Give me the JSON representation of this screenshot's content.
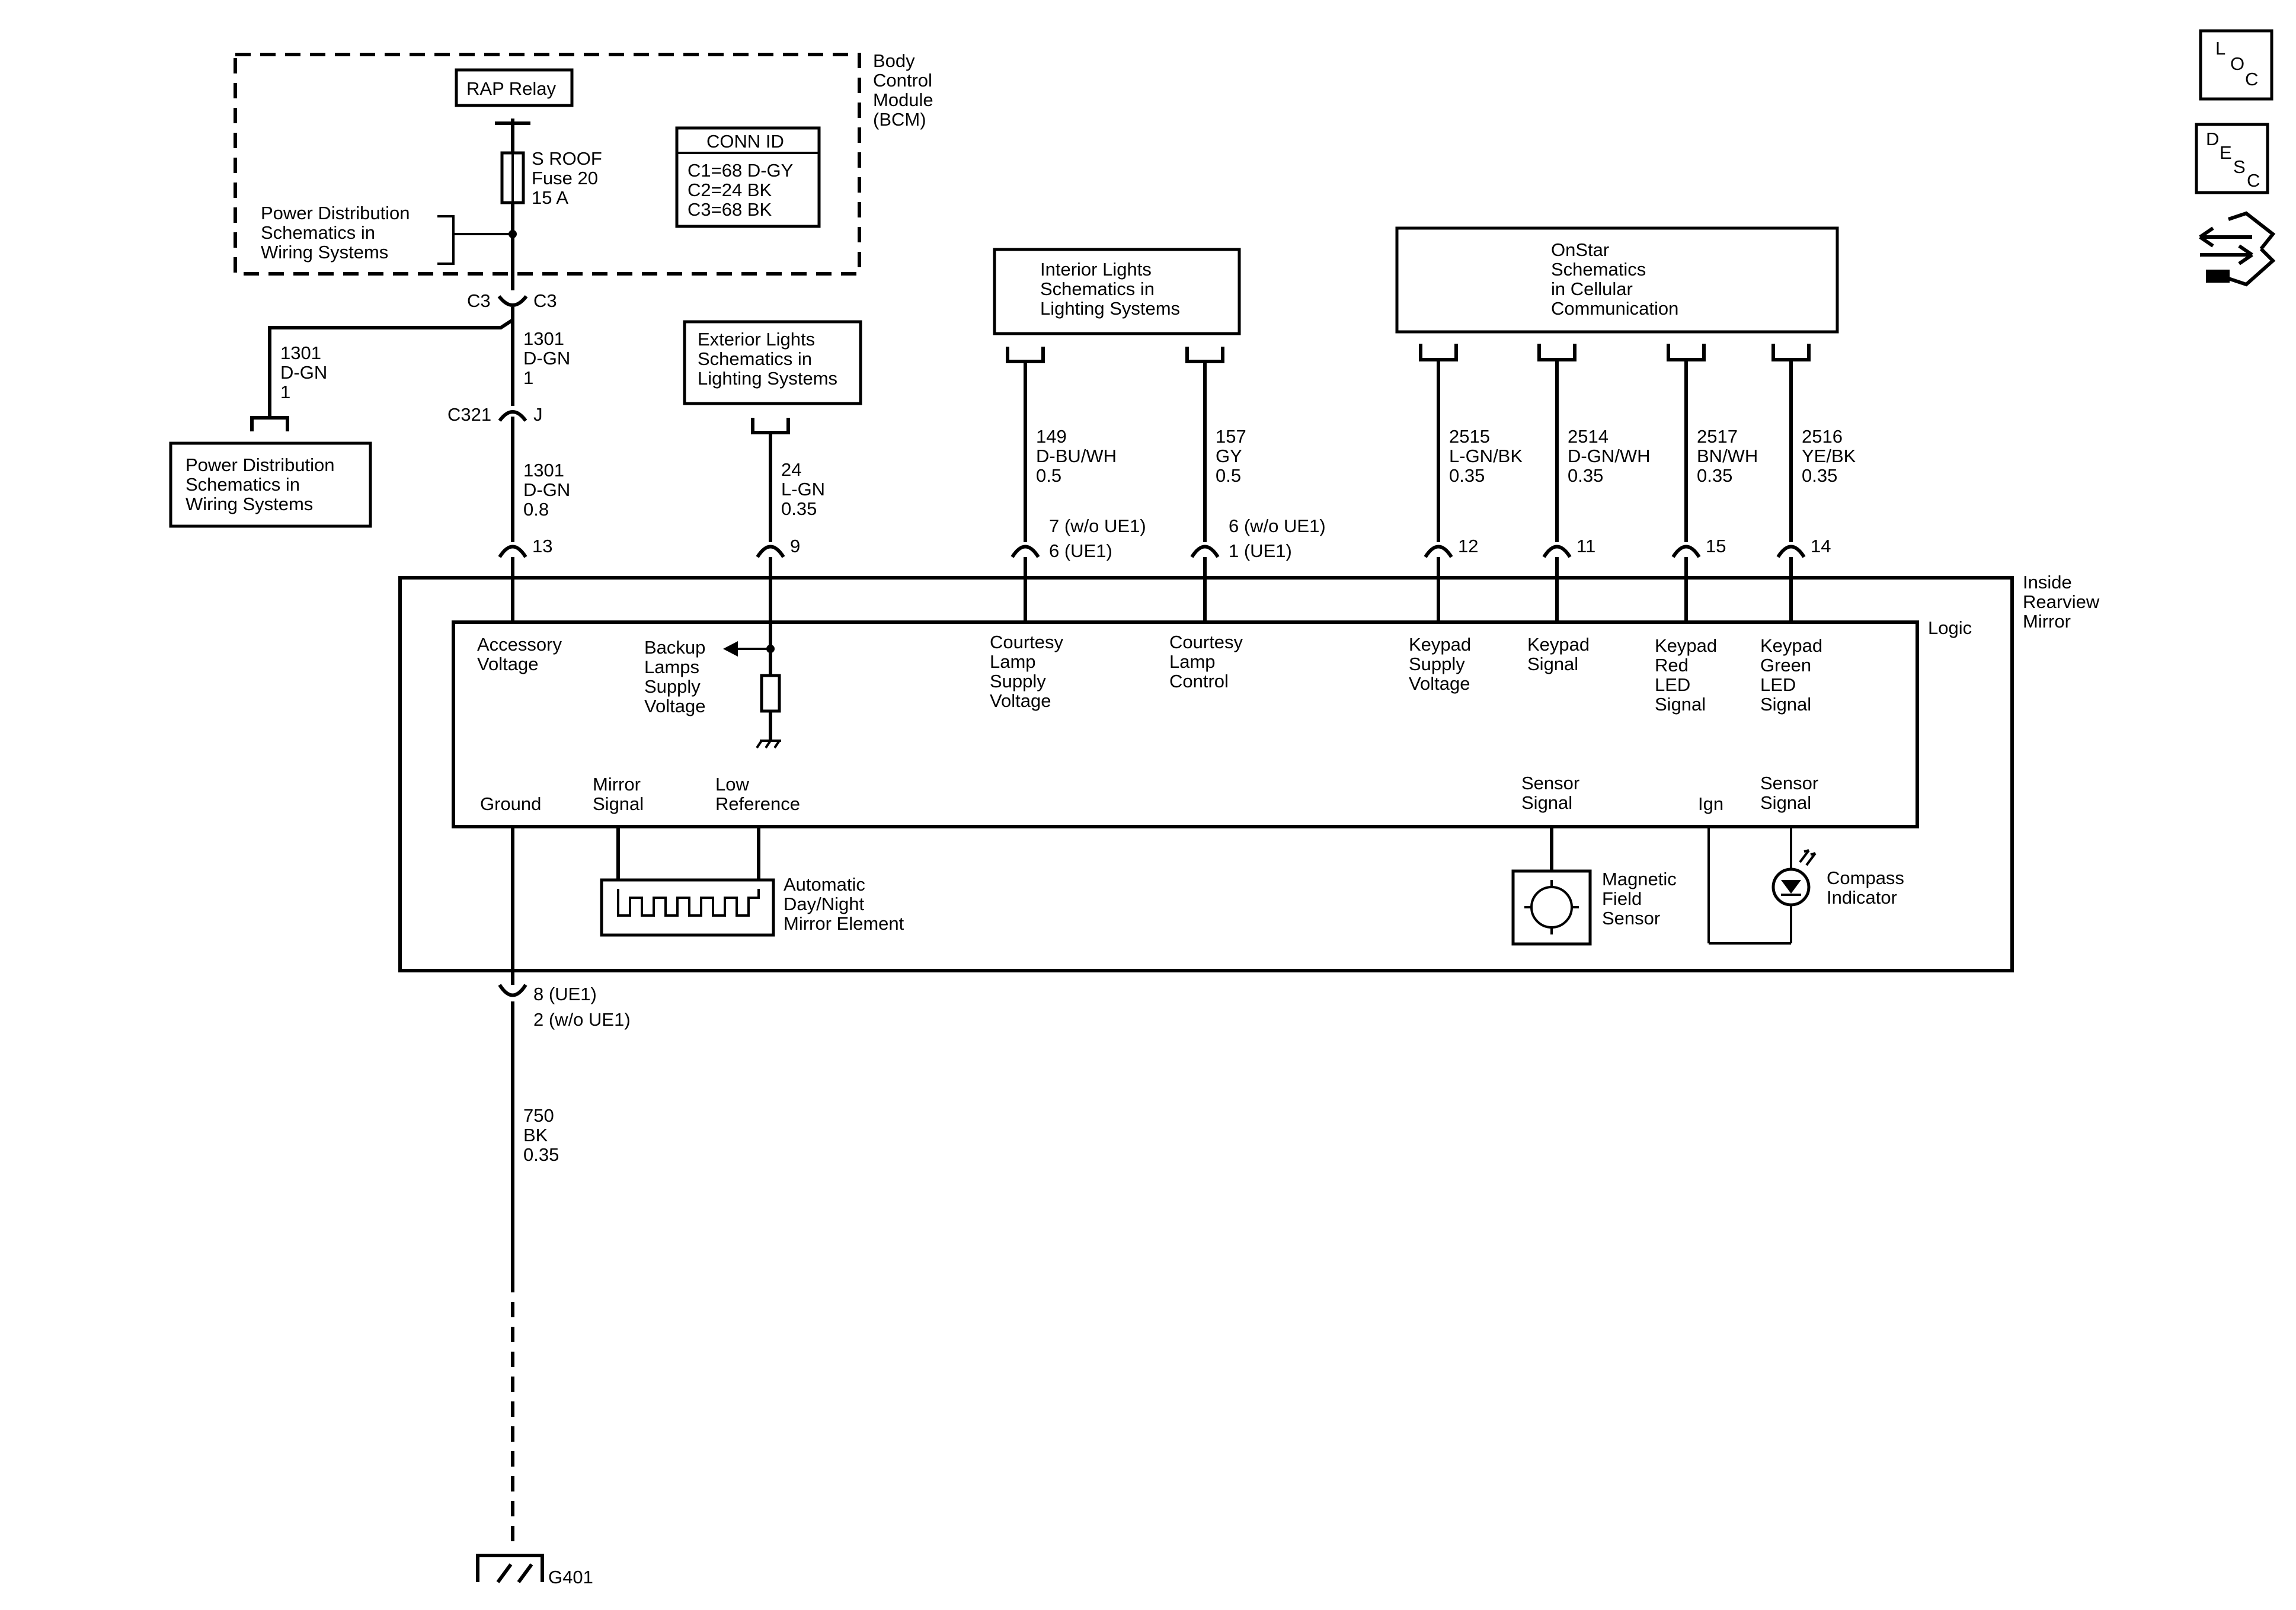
{
  "bcm": {
    "l1": "Body",
    "l2": "Control",
    "l3": "Module",
    "l4": "(BCM)"
  },
  "rap_relay": "RAP Relay",
  "fuse": {
    "l1": "S ROOF",
    "l2": "Fuse 20",
    "l3": "15 A"
  },
  "conn_id": {
    "title": "CONN ID",
    "l1": "C1=68 D-GY",
    "l2": "C2=24 BK",
    "l3": "C3=68 BK"
  },
  "pd_inner": {
    "l1": "Power Distribution",
    "l2": "Schematics in",
    "l3": "Wiring Systems"
  },
  "pd_outer": {
    "l1": "Power Distribution",
    "l2": "Schematics in",
    "l3": "Wiring Systems"
  },
  "c3": {
    "left": "C3",
    "right": "C3"
  },
  "wire_1301_a": {
    "circuit": "1301",
    "color": "D-GN",
    "size": "1"
  },
  "wire_1301_b": {
    "circuit": "1301",
    "color": "D-GN",
    "size": "1"
  },
  "c321": {
    "left": "C321",
    "right": "J"
  },
  "wire_1301_c": {
    "circuit": "1301",
    "color": "D-GN",
    "size": "0.8"
  },
  "exterior": {
    "l1": "Exterior Lights",
    "l2": "Schematics in",
    "l3": "Lighting Systems"
  },
  "wire_24": {
    "circuit": "24",
    "color": "L-GN",
    "size": "0.35"
  },
  "interior": {
    "l1": "Interior Lights",
    "l2": "Schematics in",
    "l3": "Lighting Systems"
  },
  "wire_149": {
    "circuit": "149",
    "color": "D-BU/WH",
    "size": "0.5"
  },
  "wire_157": {
    "circuit": "157",
    "color": "GY",
    "size": "0.5"
  },
  "onstar": {
    "l1": "OnStar",
    "l2": "Schematics",
    "l3": "in Cellular",
    "l4": "Communication"
  },
  "wire_2515": {
    "circuit": "2515",
    "color": "L-GN/BK",
    "size": "0.35"
  },
  "wire_2514": {
    "circuit": "2514",
    "color": "D-GN/WH",
    "size": "0.35"
  },
  "wire_2517": {
    "circuit": "2517",
    "color": "BN/WH",
    "size": "0.35"
  },
  "wire_2516": {
    "circuit": "2516",
    "color": "YE/BK",
    "size": "0.35"
  },
  "pins": {
    "p13": "13",
    "p9": "9",
    "p149a": "7 (w/o UE1)",
    "p149b": "6 (UE1)",
    "p157a": "6 (w/o UE1)",
    "p157b": "1 (UE1)",
    "p12": "12",
    "p11": "11",
    "p15": "15",
    "p14": "14"
  },
  "mirror": {
    "l1": "Inside",
    "l2": "Rearview",
    "l3": "Mirror"
  },
  "logic": "Logic",
  "labels": {
    "accessory": {
      "l1": "Accessory",
      "l2": "Voltage"
    },
    "backup": {
      "l1": "Backup",
      "l2": "Lamps",
      "l3": "Supply",
      "l4": "Voltage"
    },
    "courtesy_supply": {
      "l1": "Courtesy",
      "l2": "Lamp",
      "l3": "Supply",
      "l4": "Voltage"
    },
    "courtesy_control": {
      "l1": "Courtesy",
      "l2": "Lamp",
      "l3": "Control"
    },
    "keypad_supply": {
      "l1": "Keypad",
      "l2": "Supply",
      "l3": "Voltage"
    },
    "keypad_signal": {
      "l1": "Keypad",
      "l2": "Signal"
    },
    "keypad_red": {
      "l1": "Keypad",
      "l2": "Red",
      "l3": "LED",
      "l4": "Signal"
    },
    "keypad_green": {
      "l1": "Keypad",
      "l2": "Green",
      "l3": "LED",
      "l4": "Signal"
    },
    "ground": "Ground",
    "mirror_signal": {
      "l1": "Mirror",
      "l2": "Signal"
    },
    "low_ref": {
      "l1": "Low",
      "l2": "Reference"
    },
    "sensor_signal_1": {
      "l1": "Sensor",
      "l2": "Signal"
    },
    "ign": "Ign",
    "sensor_signal_2": {
      "l1": "Sensor",
      "l2": "Signal"
    }
  },
  "auto_mirror": {
    "l1": "Automatic",
    "l2": "Day/Night",
    "l3": "Mirror Element"
  },
  "mag_sensor": {
    "l1": "Magnetic",
    "l2": "Field",
    "l3": "Sensor"
  },
  "compass": {
    "l1": "Compass",
    "l2": "Indicator"
  },
  "gnd_pin": {
    "l1": "8 (UE1)",
    "l2": "2 (w/o UE1)"
  },
  "wire_750": {
    "circuit": "750",
    "color": "BK",
    "size": "0.35"
  },
  "g401": "G401",
  "icons": {
    "loc_l": "L",
    "loc_o": "O",
    "loc_c": "C",
    "desc_d": "D",
    "desc_e": "E",
    "desc_s": "S",
    "desc_c": "C"
  }
}
